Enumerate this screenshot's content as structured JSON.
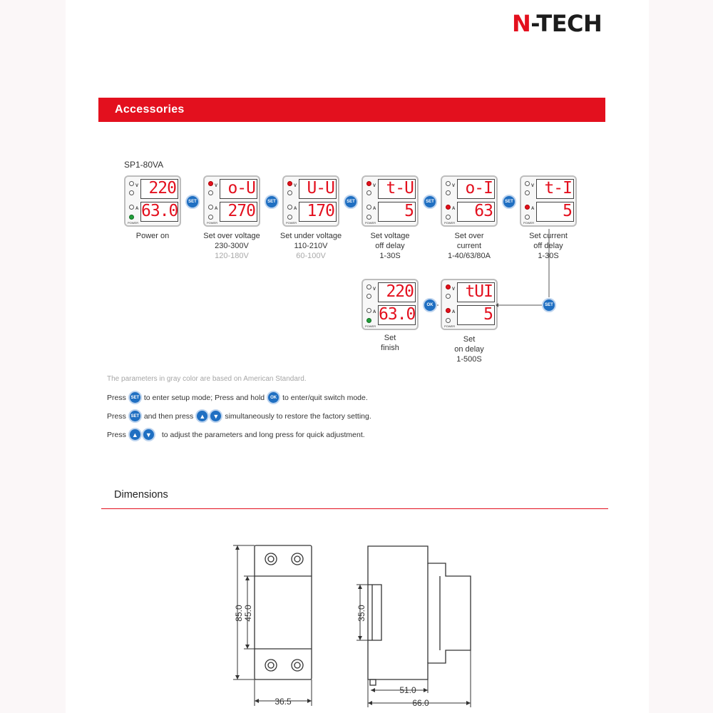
{
  "brand": {
    "logo_text": "N-TECH"
  },
  "section": {
    "accessories": "Accessories",
    "model": "SP1-80VA",
    "dimensions": "Dimensions"
  },
  "keys": {
    "set": "SET",
    "ok": "OK",
    "up": "▲",
    "down": "▼"
  },
  "steps": [
    {
      "top": "220",
      "bottom": "63.0",
      "caption": [
        "Power on"
      ],
      "gray": []
    },
    {
      "top": "o-U",
      "bottom": "270",
      "caption": [
        "Set over voltage",
        "230-300V"
      ],
      "gray": [
        "120-180V"
      ]
    },
    {
      "top": "U-U",
      "bottom": "170",
      "caption": [
        "Set under voltage",
        "110-210V"
      ],
      "gray": [
        "60-100V"
      ]
    },
    {
      "top": "t-U",
      "bottom": "5",
      "caption": [
        "Set voltage",
        "off delay",
        "1-30S"
      ],
      "gray": []
    },
    {
      "top": "o-I",
      "bottom": "63",
      "caption": [
        "Set over",
        "current",
        "1-40/63/80A"
      ],
      "gray": []
    },
    {
      "top": "t-I",
      "bottom": "5",
      "caption": [
        "Set current",
        "off delay",
        "1-30S"
      ],
      "gray": []
    },
    {
      "top": "220",
      "bottom": "63.0",
      "caption": [
        "Set",
        "finish"
      ],
      "gray": []
    },
    {
      "top": "tUI",
      "bottom": "5",
      "caption": [
        "Set",
        "on delay",
        "1-500S"
      ],
      "gray": []
    }
  ],
  "device_labels": {
    "v": "V",
    "a": "A",
    "power": "POWER"
  },
  "notes": {
    "gray_note": "The parameters in gray color are based on American Standard.",
    "line1_a": "Press",
    "line1_b": "to enter setup mode; Press and hold",
    "line1_c": "to enter/quit switch mode.",
    "line2_a": "Press",
    "line2_b": "and then press",
    "line2_c": "simultaneously to restore the factory setting.",
    "line3_a": "Press",
    "line3_b": "to adjust the parameters and long press for quick adjustment."
  },
  "dimensions": {
    "h_total": "85.0",
    "h_inner": "45.0",
    "width_front": "36.5",
    "h_side": "35.0",
    "depth_inner": "51.0",
    "depth_total": "66.0"
  }
}
